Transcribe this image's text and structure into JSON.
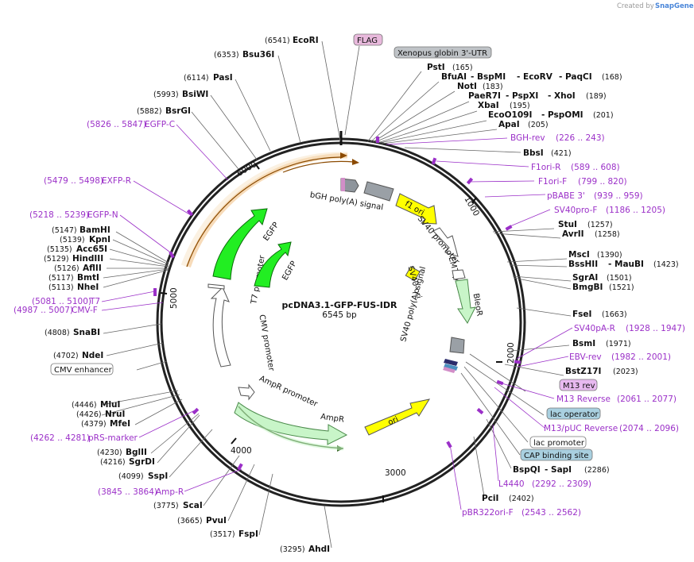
{
  "brand": {
    "created_by": "Created by",
    "name": "SnapGene"
  },
  "plasmid": {
    "name": "pcDNA3.1-GFP-FUS-IDR",
    "size": "6545 bp"
  },
  "ruler_ticks": [
    "1000",
    "2000",
    "3000",
    "4000",
    "5000",
    "6000"
  ],
  "colors": {
    "primer": "#9b30c8",
    "backbone": "#222222",
    "feature_yellow": "#ffff00",
    "feature_green": "#22ee22",
    "feature_lightgreen": "#c8f5c8",
    "feature_grey": "#9aa0a6"
  },
  "sites_left": [
    {
      "pos": "(6541)",
      "name": "EcoRI"
    },
    {
      "pos": "(6353)",
      "name": "Bsu36I"
    },
    {
      "pos": "(6114)",
      "name": "PasI"
    },
    {
      "pos": "(5993)",
      "name": "BsiWI"
    },
    {
      "pos": "(5882)",
      "name": "BsrGI"
    },
    {
      "pos": "(5147)",
      "name": "BamHI"
    },
    {
      "pos": "(5139)",
      "name": "KpnI"
    },
    {
      "pos": "(5135)",
      "name": "Acc65I"
    },
    {
      "pos": "(5129)",
      "name": "HindIII"
    },
    {
      "pos": "(5126)",
      "name": "AflII"
    },
    {
      "pos": "(5117)",
      "name": "BmtI"
    },
    {
      "pos": "(5113)",
      "name": "NheI"
    },
    {
      "pos": "(4808)",
      "name": "SnaBI"
    },
    {
      "pos": "(4702)",
      "name": "NdeI"
    },
    {
      "pos": "(4446)",
      "name": "MluI"
    },
    {
      "pos": "(4426)",
      "name": "NruI"
    },
    {
      "pos": "(4379)",
      "name": "MfeI"
    },
    {
      "pos": "(4230)",
      "name": "BglII"
    },
    {
      "pos": "(4216)",
      "name": "SgrDI"
    },
    {
      "pos": "(4099)",
      "name": "SspI"
    },
    {
      "pos": "(3775)",
      "name": "ScaI"
    },
    {
      "pos": "(3665)",
      "name": "PvuI"
    },
    {
      "pos": "(3517)",
      "name": "FspI"
    },
    {
      "pos": "(3295)",
      "name": "AhdI"
    }
  ],
  "primers_left": [
    {
      "range": "(5826 .. 5847)",
      "name": "EGFP-C"
    },
    {
      "range": "(5479 .. 5498)",
      "name": "EXFP-R"
    },
    {
      "range": "(5218 .. 5239)",
      "name": "EGFP-N"
    },
    {
      "range": "(5081 .. 5100)",
      "name": "T7"
    },
    {
      "range": "(4987 .. 5007)",
      "name": "CMV-F"
    },
    {
      "range": "(4262 .. 4281)",
      "name": "pRS-marker"
    },
    {
      "range": "(3845 .. 3864)",
      "name": "Amp-R"
    }
  ],
  "top_boxes": {
    "flag": "FLAG",
    "xenopus": "Xenopus globin 3'-UTR",
    "cmv_enhancer": "CMV enhancer"
  },
  "sites_right": {
    "psti": {
      "name": "PstI",
      "pos": "(165)"
    },
    "bfuai": {
      "name": "BfuAI",
      "n2": "BspMI",
      "n3": "EcoRV",
      "n4": "PaqCI",
      "pos": "(168)"
    },
    "noti": {
      "name": "NotI",
      "pos": "(183)"
    },
    "paer7i": {
      "name": "PaeR7I",
      "n2": "PspXI",
      "n3": "XhoI",
      "pos": "(189)"
    },
    "xbai": {
      "name": "XbaI",
      "pos": "(195)"
    },
    "eco": {
      "name": "EcoO109I",
      "n2": "PspOMI",
      "pos": "(201)"
    },
    "apai": {
      "name": "ApaI",
      "pos": "(205)"
    },
    "bbsi": {
      "name": "BbsI",
      "pos": "(421)"
    },
    "stui": {
      "name": "StuI",
      "pos": "(1257)"
    },
    "avrii": {
      "name": "AvrII",
      "pos": "(1258)"
    },
    "msci": {
      "name": "MscI",
      "pos": "(1390)"
    },
    "bsshii": {
      "name": "BssHII",
      "n2": "MauBI",
      "pos": "(1423)"
    },
    "sgrai": {
      "name": "SgrAI",
      "pos": "(1501)"
    },
    "bmgbi": {
      "name": "BmgBI",
      "pos": "(1521)"
    },
    "fsei": {
      "name": "FseI",
      "pos": "(1663)"
    },
    "bsmi": {
      "name": "BsmI",
      "pos": "(1971)"
    },
    "bstz": {
      "name": "BstZ17I",
      "pos": "(2023)"
    },
    "bspqi": {
      "name": "BspQI",
      "n2": "SapI",
      "pos": "(2286)"
    },
    "pcii": {
      "name": "PciI",
      "pos": "(2402)"
    }
  },
  "primers_right": {
    "bgh": {
      "name": "BGH-rev",
      "range": "(226 .. 243)"
    },
    "f1r": {
      "name": "F1ori-R",
      "range": "(589 .. 608)"
    },
    "f1f": {
      "name": "F1ori-F",
      "range": "(799 .. 820)"
    },
    "pbabe": {
      "name": "pBABE 3'",
      "range": "(939 .. 959)"
    },
    "sv40pro": {
      "name": "SV40pro-F",
      "range": "(1186 .. 1205)"
    },
    "sv40pa": {
      "name": "SV40pA-R",
      "range": "(1928 .. 1947)"
    },
    "ebv": {
      "name": "EBV-rev",
      "range": "(1982 .. 2001)"
    },
    "m13r": {
      "name": "M13 Reverse",
      "range": "(2061 .. 2077)"
    },
    "m13puc": {
      "name": "M13/pUC Reverse",
      "range": "(2074 .. 2096)"
    },
    "l4440": {
      "name": "L4440",
      "range": "(2292 .. 2309)"
    },
    "pbr": {
      "name": "pBR322ori-F",
      "range": "(2543 .. 2562)"
    }
  },
  "right_boxes": {
    "m13rev": "M13 rev",
    "lacop": "lac operator",
    "lacprom": "lac promoter",
    "cap": "CAP binding site"
  },
  "features": {
    "bgh": "bGH poly(A) signal",
    "f1": "f1 ori",
    "sv40prom": "SV40 promoter",
    "em7": "EM7 promoter",
    "sv40ori": "SV40 ori",
    "bleor": "BleoR",
    "sv40pa": "SV40 poly(A) signal",
    "egfp1": "EGFP",
    "egfp2": "EGFP",
    "t7": "T7 promoter",
    "cmv": "CMV promoter",
    "ampr_prom": "AmpR promoter",
    "ampr": "AmpR",
    "ori": "ori"
  }
}
